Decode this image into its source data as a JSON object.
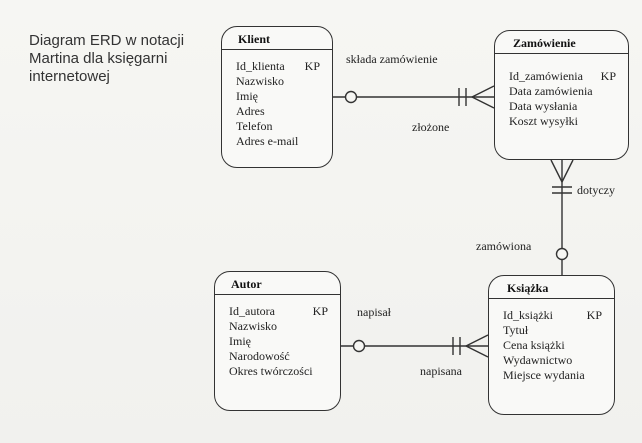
{
  "caption": {
    "line1": "Diagram ERD w notacji",
    "line2": "Martina dla księgarni",
    "line3": "internetowej"
  },
  "entities": {
    "klient": {
      "title": "Klient",
      "key_marker": "KP",
      "attributes": [
        "Id_klienta",
        "Nazwisko",
        "Imię",
        "Adres",
        "Telefon",
        "Adres e-mail"
      ]
    },
    "zamowienie": {
      "title": "Zamówienie",
      "key_marker": "KP",
      "attributes": [
        "Id_zamówienia",
        "Data zamówienia",
        "Data wysłania",
        "Koszt wysyłki"
      ]
    },
    "autor": {
      "title": "Autor",
      "key_marker": "KP",
      "attributes": [
        "Id_autora",
        "Nazwisko",
        "Imię",
        "Narodowość",
        "Okres twórczości"
      ]
    },
    "ksiazka": {
      "title": "Książka",
      "key_marker": "KP",
      "attributes": [
        "Id_książki",
        "Tytuł",
        "Cena książki",
        "Wydawnictwo",
        "Miejsce wydania"
      ]
    }
  },
  "relationships": {
    "klient_zamowienie": {
      "label_from": "składa zamówienie",
      "label_to": "złożone"
    },
    "zamowienie_ksiazka": {
      "label_from": "dotyczy",
      "label_to": "zamówiona"
    },
    "autor_ksiazka": {
      "label_from": "napisał",
      "label_to": "napisana"
    }
  },
  "colors": {
    "line": "#333333",
    "background": "#f4f4f1"
  }
}
